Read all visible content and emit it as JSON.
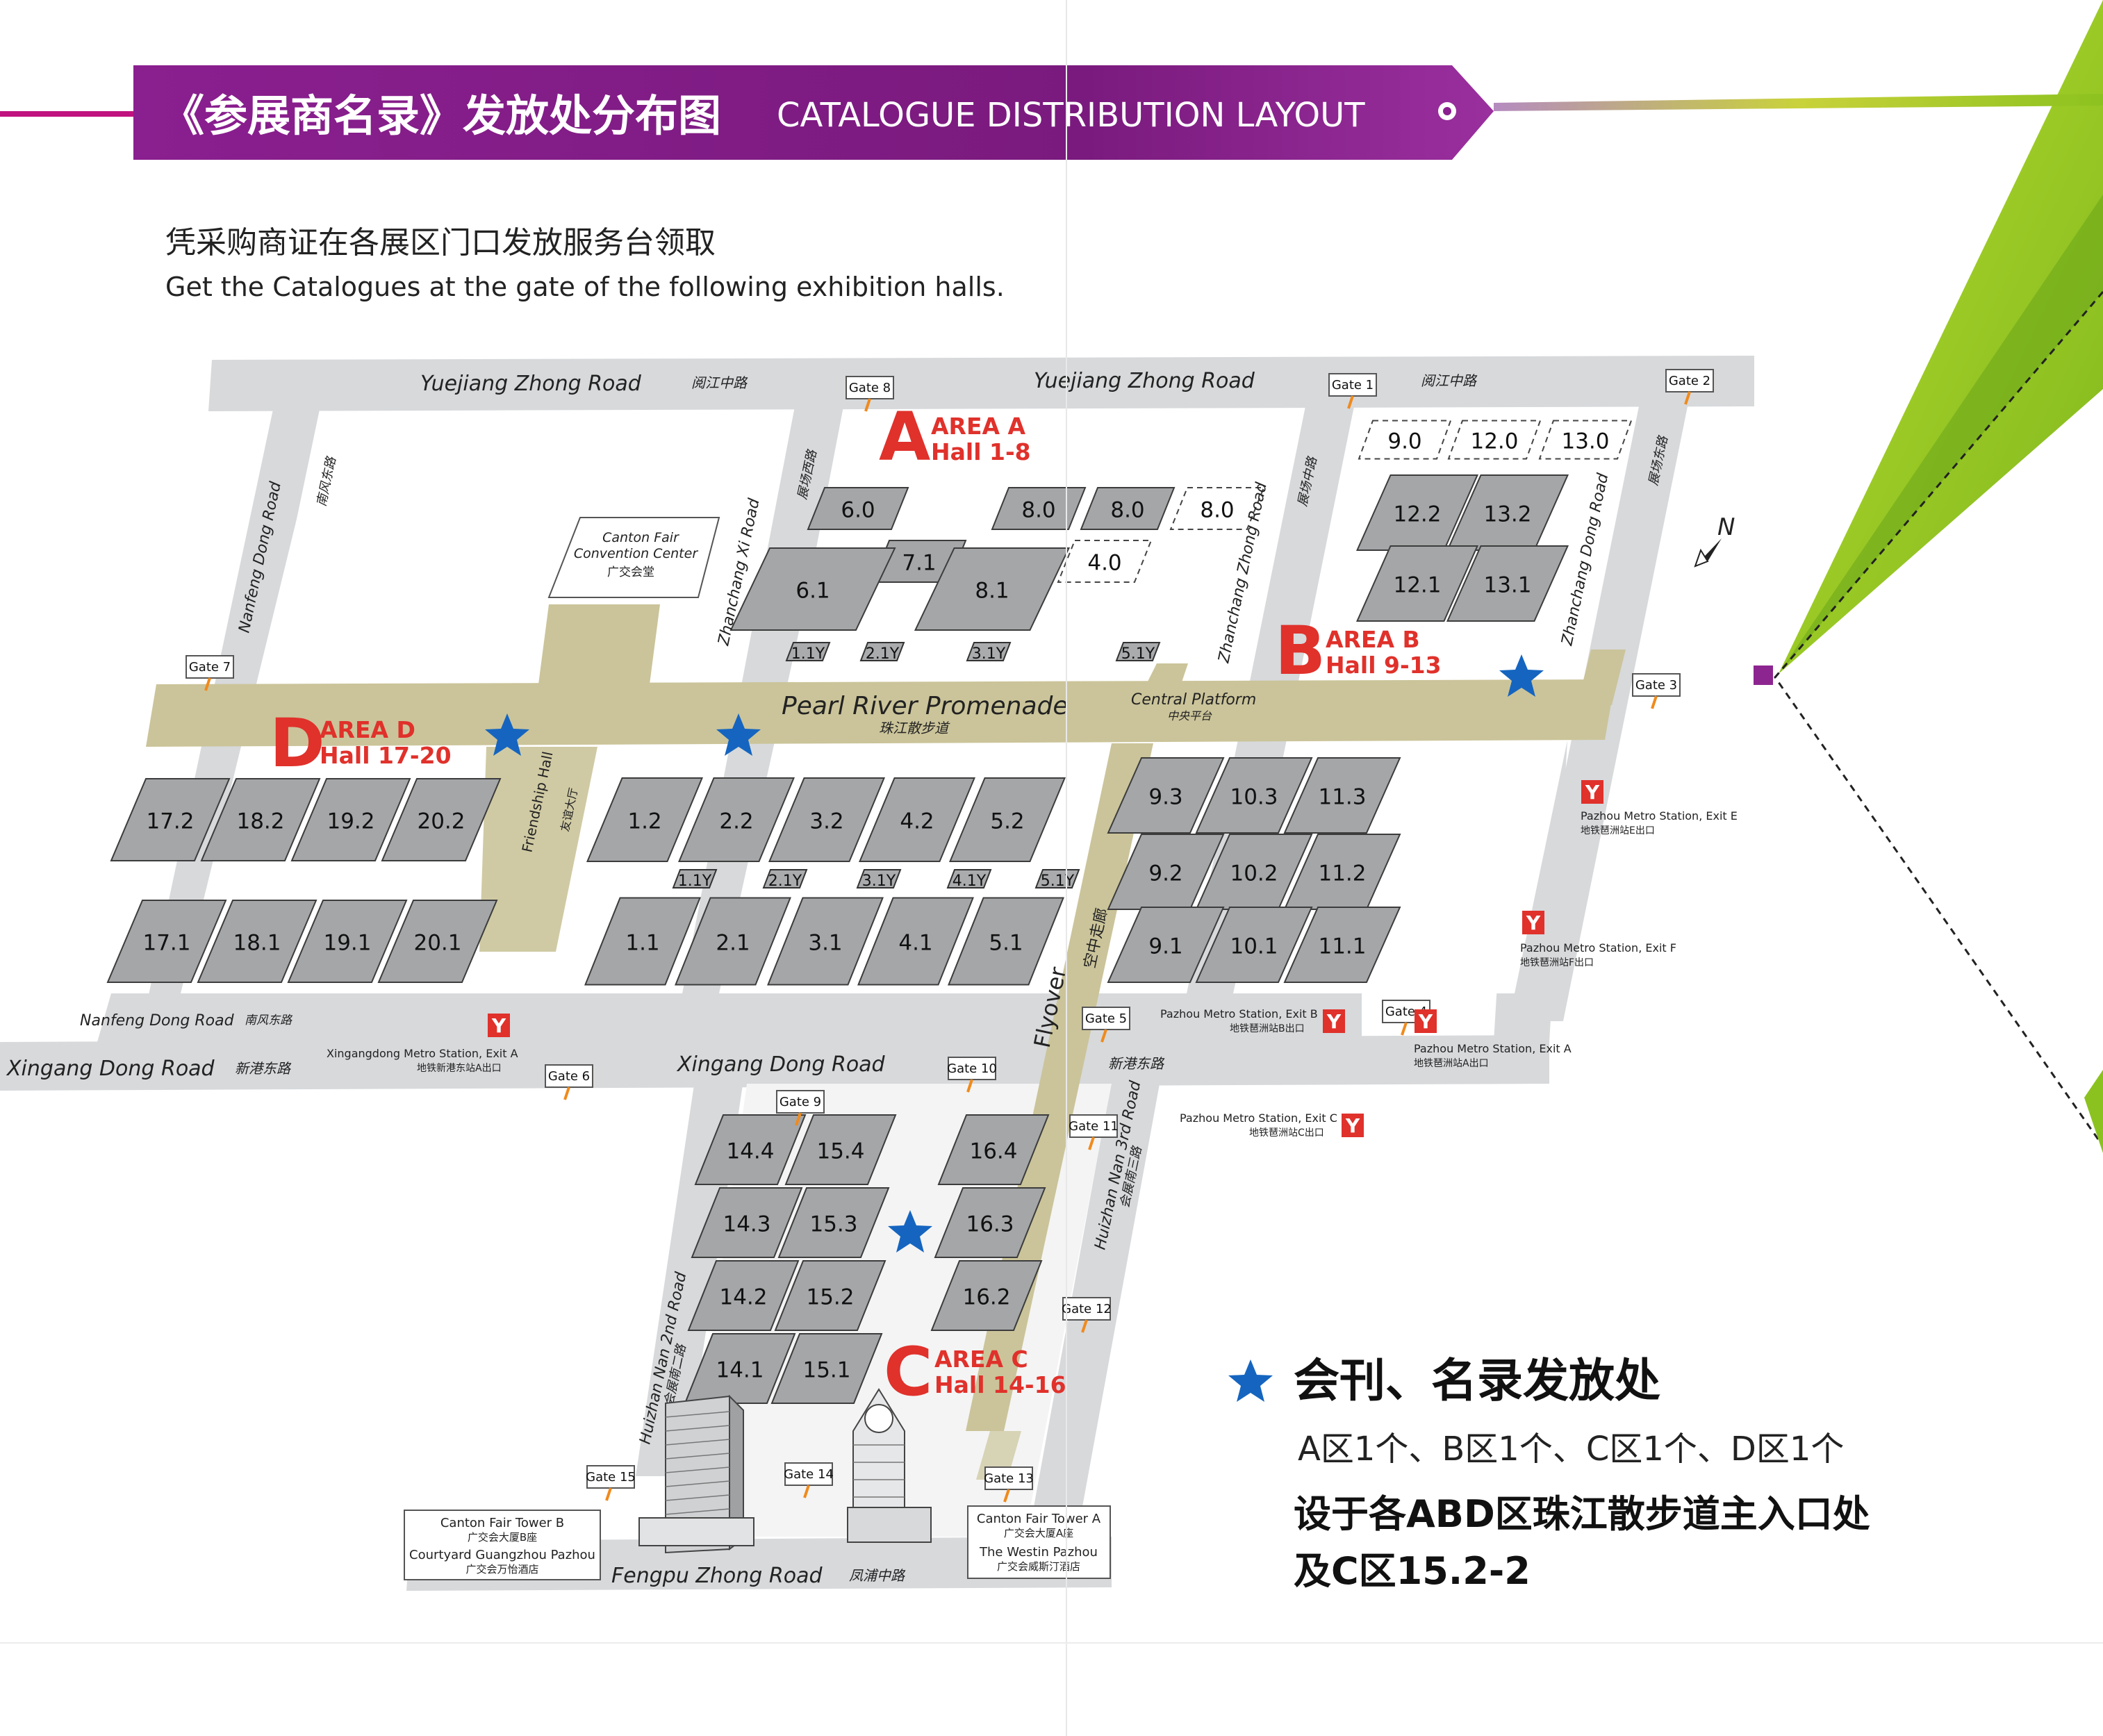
{
  "header": {
    "title_zh": "《参展商名录》发放处分布图",
    "title_en": "CATALOGUE DISTRIBUTION LAYOUT"
  },
  "intro": {
    "zh": "凭采购商证在各展区门口发放服务台领取",
    "en": "Get the Catalogues at the gate of the following exhibition halls."
  },
  "areas": {
    "a": {
      "letter": "A",
      "name": "AREA A",
      "halls": "Hall 1-8"
    },
    "b": {
      "letter": "B",
      "name": "AREA B",
      "halls": "Hall 9-13"
    },
    "c": {
      "letter": "C",
      "name": "AREA C",
      "halls": "Hall 14-16"
    },
    "d": {
      "letter": "D",
      "name": "AREA D",
      "halls": "Hall 17-20"
    }
  },
  "roads": {
    "yuejiang_en": "Yuejiang Zhong Road",
    "yuejiang_zh": "阅江中路",
    "xingang_en": "Xingang Dong Road",
    "xingang_zh": "新港东路",
    "nanfeng_en": "Nanfeng Dong Road",
    "nanfeng_zh": "南风东路",
    "zhanchang_xi_en": "Zhanchang Xi Road",
    "zhanchang_xi_zh": "展场西路",
    "zhanchang_zhong_en": "Zhanchang Zhong Road",
    "zhanchang_zhong_zh": "展场中路",
    "zhanchang_dong_en": "Zhanchang Dong Road",
    "zhanchang_dong_zh": "展场东路",
    "huizhan2_en": "Huizhan Nan 2nd Road",
    "huizhan2_zh": "会展南二路",
    "huizhan3_en": "Huizhan Nan 3rd Road",
    "huizhan3_zh": "会展南三路",
    "fengpu_en": "Fengpu Zhong Road",
    "fengpu_zh": "凤浦中路"
  },
  "places": {
    "promenade_en": "Pearl River Promenade",
    "promenade_zh": "珠江散步道",
    "central_en": "Central Platform",
    "central_zh": "中央平台",
    "flyover_en": "Flyover",
    "flyover_zh": "空中走廊",
    "friendship_en": "Friendship Hall",
    "friendship_zh": "友谊大厅",
    "convention_en1": "Canton Fair",
    "convention_en2": "Convention Center",
    "convention_zh": "广交会堂",
    "tower_b_en": "Canton Fair Tower B",
    "tower_b_zh": "广交会大厦B座",
    "courtyard_en": "Courtyard Guangzhou Pazhou",
    "courtyard_zh": "广交会万怡酒店",
    "tower_a_en": "Canton Fair Tower A",
    "tower_a_zh": "广交会大厦A座",
    "westin_en": "The Westin Pazhou",
    "westin_zh": "广交会威斯汀酒店",
    "compass": "N"
  },
  "metro": {
    "e_en": "Pazhou Metro Station, Exit E",
    "e_zh": "地铁琶洲站E出口",
    "f_en": "Pazhou Metro Station, Exit F",
    "f_zh": "地铁琶洲站F出口",
    "b_en": "Pazhou Metro Station, Exit B",
    "b_zh": "地铁琶洲站B出口",
    "a_en": "Pazhou Metro Station, Exit A",
    "a_zh": "地铁琶洲站A出口",
    "c_en": "Pazhou Metro Station, Exit C",
    "c_zh": "地铁琶洲站C出口",
    "xg_en": "Xingangdong Metro Station, Exit A",
    "xg_zh": "地铁新港东站A出口",
    "logo": "Y"
  },
  "gates": [
    "Gate 1",
    "Gate 2",
    "Gate 3",
    "Gate 4",
    "Gate 5",
    "Gate 6",
    "Gate 7",
    "Gate 8",
    "Gate 9",
    "Gate 10",
    "Gate 11",
    "Gate 12",
    "Gate 13",
    "Gate 14",
    "Gate 15"
  ],
  "halls": {
    "a_top": [
      "6.0",
      "8.0",
      "8.0",
      "8.0",
      "4.0",
      "7.1",
      "6.1",
      "8.1"
    ],
    "a_mezz": [
      "1.1Y",
      "2.1Y",
      "3.1Y",
      "5.1Y"
    ],
    "a_row2": [
      "1.2",
      "2.2",
      "3.2",
      "4.2",
      "5.2"
    ],
    "a_row2y": [
      "1.1Y",
      "2.1Y",
      "3.1Y",
      "4.1Y",
      "5.1Y"
    ],
    "a_row1": [
      "1.1",
      "2.1",
      "3.1",
      "4.1",
      "5.1"
    ],
    "b_top": [
      "9.0",
      "12.0",
      "13.0"
    ],
    "b_north": [
      "12.2",
      "13.2",
      "12.1",
      "13.1"
    ],
    "b_grid": [
      "9.3",
      "10.3",
      "11.3",
      "9.2",
      "10.2",
      "11.2",
      "9.1",
      "10.1",
      "11.1"
    ],
    "d_row2": [
      "17.2",
      "18.2",
      "19.2",
      "20.2"
    ],
    "d_row1": [
      "17.1",
      "18.1",
      "19.1",
      "20.1"
    ],
    "c": [
      "14.4",
      "15.4",
      "16.4",
      "14.3",
      "15.3",
      "16.3",
      "14.2",
      "15.2",
      "16.2",
      "14.1",
      "15.1"
    ]
  },
  "legend": {
    "title": "会刊、名录发放处",
    "line1": "A区1个、B区1个、C区1个、D区1个",
    "line2": "设于各ABD区珠江散步道主入口处",
    "line3": "及C区15.2-2"
  },
  "colors": {
    "purple": "#7a1a7e",
    "magenta": "#c0137f",
    "lime": "#8cc21f",
    "red": "#e0312b",
    "star": "#1565c0",
    "promenade": "#cbc49a",
    "hall": "#a4a6a8"
  }
}
